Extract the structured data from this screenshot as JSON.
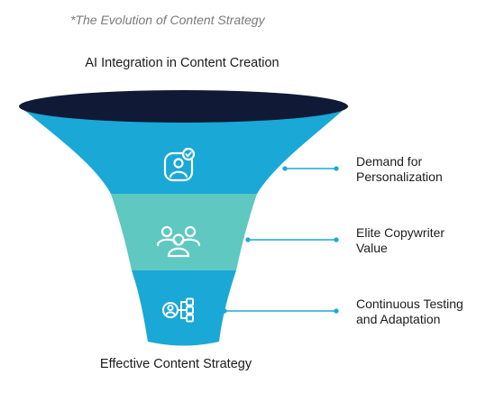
{
  "subtitle": "*The Evolution of Content Strategy",
  "top_label": "AI Integration in Content Creation",
  "bottom_label": "Effective Content Strategy",
  "colors": {
    "rim": "#101a36",
    "stage_1": "#1aa8d6",
    "stage_2": "#5ec8c1",
    "stage_3": "#1aa8d6",
    "connector": "#1aa8d6",
    "icon": "#ffffff"
  },
  "stages": [
    {
      "label_lines": [
        "Demand for",
        "Personalization"
      ],
      "icon": "user-check-icon"
    },
    {
      "label_lines": [
        "Elite Copywriter",
        "Value"
      ],
      "icon": "team-icon"
    },
    {
      "label_lines": [
        "Continuous Testing",
        "and Adaptation"
      ],
      "icon": "user-hierarchy-icon"
    }
  ]
}
